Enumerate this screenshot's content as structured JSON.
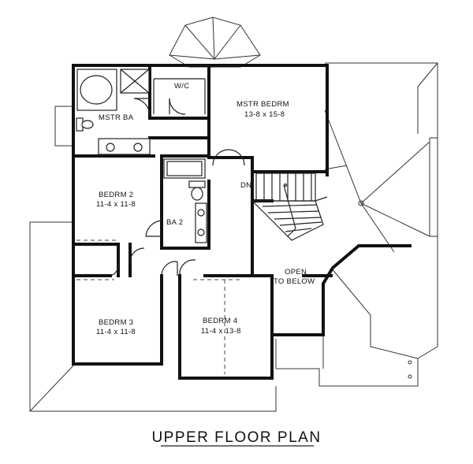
{
  "plan": {
    "title": "UPPER FLOOR PLAN",
    "rooms": {
      "master_bedroom": {
        "name": "MSTR BEDRM",
        "dimensions": "13-8 x 15-8"
      },
      "master_bath": {
        "name": "MSTR BA"
      },
      "walk_in_closet": {
        "name": "W/C"
      },
      "bedroom_2": {
        "name": "BEDRM 2",
        "dimensions": "11-4 x 11-8"
      },
      "bath_2": {
        "name": "BA 2"
      },
      "bedroom_3": {
        "name": "BEDRM 3",
        "dimensions": "11-4 x 11-8"
      },
      "bedroom_4": {
        "name": "BEDRM 4",
        "dimensions": "11-4 x 13-8"
      },
      "open_below": {
        "line1": "OPEN",
        "line2": "TO BELOW"
      }
    },
    "stair_label": "DN"
  }
}
